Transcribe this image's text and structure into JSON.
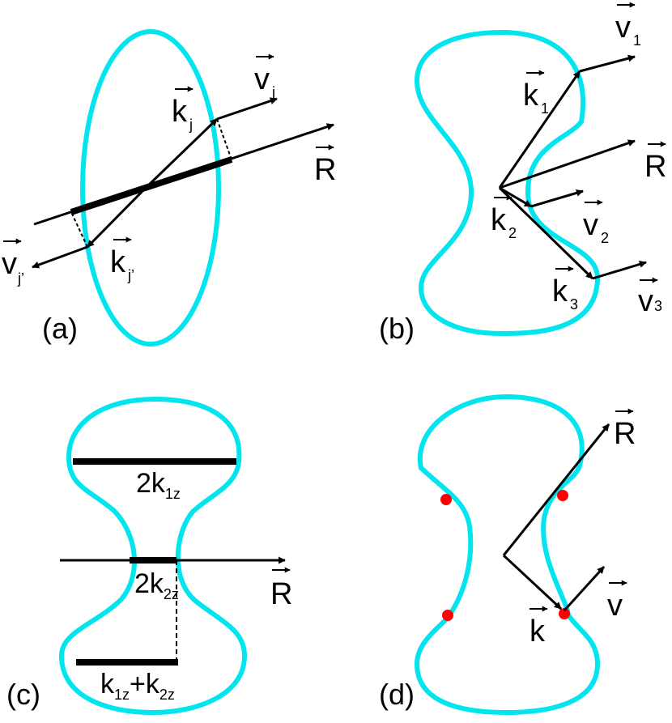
{
  "colors": {
    "fermi_surface": "#00e5ee",
    "hot_spot": "#ff0000",
    "vector": "#000000"
  },
  "panels": {
    "a": {
      "label": "(a)",
      "vectors": {
        "v_j": "v",
        "v_j_sub": "j",
        "k_j": "k",
        "k_j_sub": "j",
        "R": "R",
        "v_jp": "v",
        "v_jp_sub": "j’",
        "k_jp": "k",
        "k_jp_sub": "j’"
      }
    },
    "b": {
      "label": "(b)",
      "vectors": {
        "v1": "v",
        "v1_sub": "1",
        "k1": "k",
        "k1_sub": "1",
        "R": "R",
        "k2": "k",
        "k2_sub": "2",
        "v2": "v",
        "v2_sub": "2",
        "k3": "k",
        "k3_sub": "3",
        "v3": "v",
        "v3_sub": "3"
      }
    },
    "c": {
      "label": "(c)",
      "bars": {
        "top": "2k",
        "top_sub": "1z",
        "mid": "2k",
        "mid_sub": "2z",
        "bottom_a": "k",
        "bottom_a_sub": "1z",
        "plus": "+",
        "bottom_b": "k",
        "bottom_b_sub": "2z"
      },
      "vectors": {
        "R": "R"
      }
    },
    "d": {
      "label": "(d)",
      "vectors": {
        "R": "R",
        "v": "v",
        "k": "k"
      }
    }
  }
}
